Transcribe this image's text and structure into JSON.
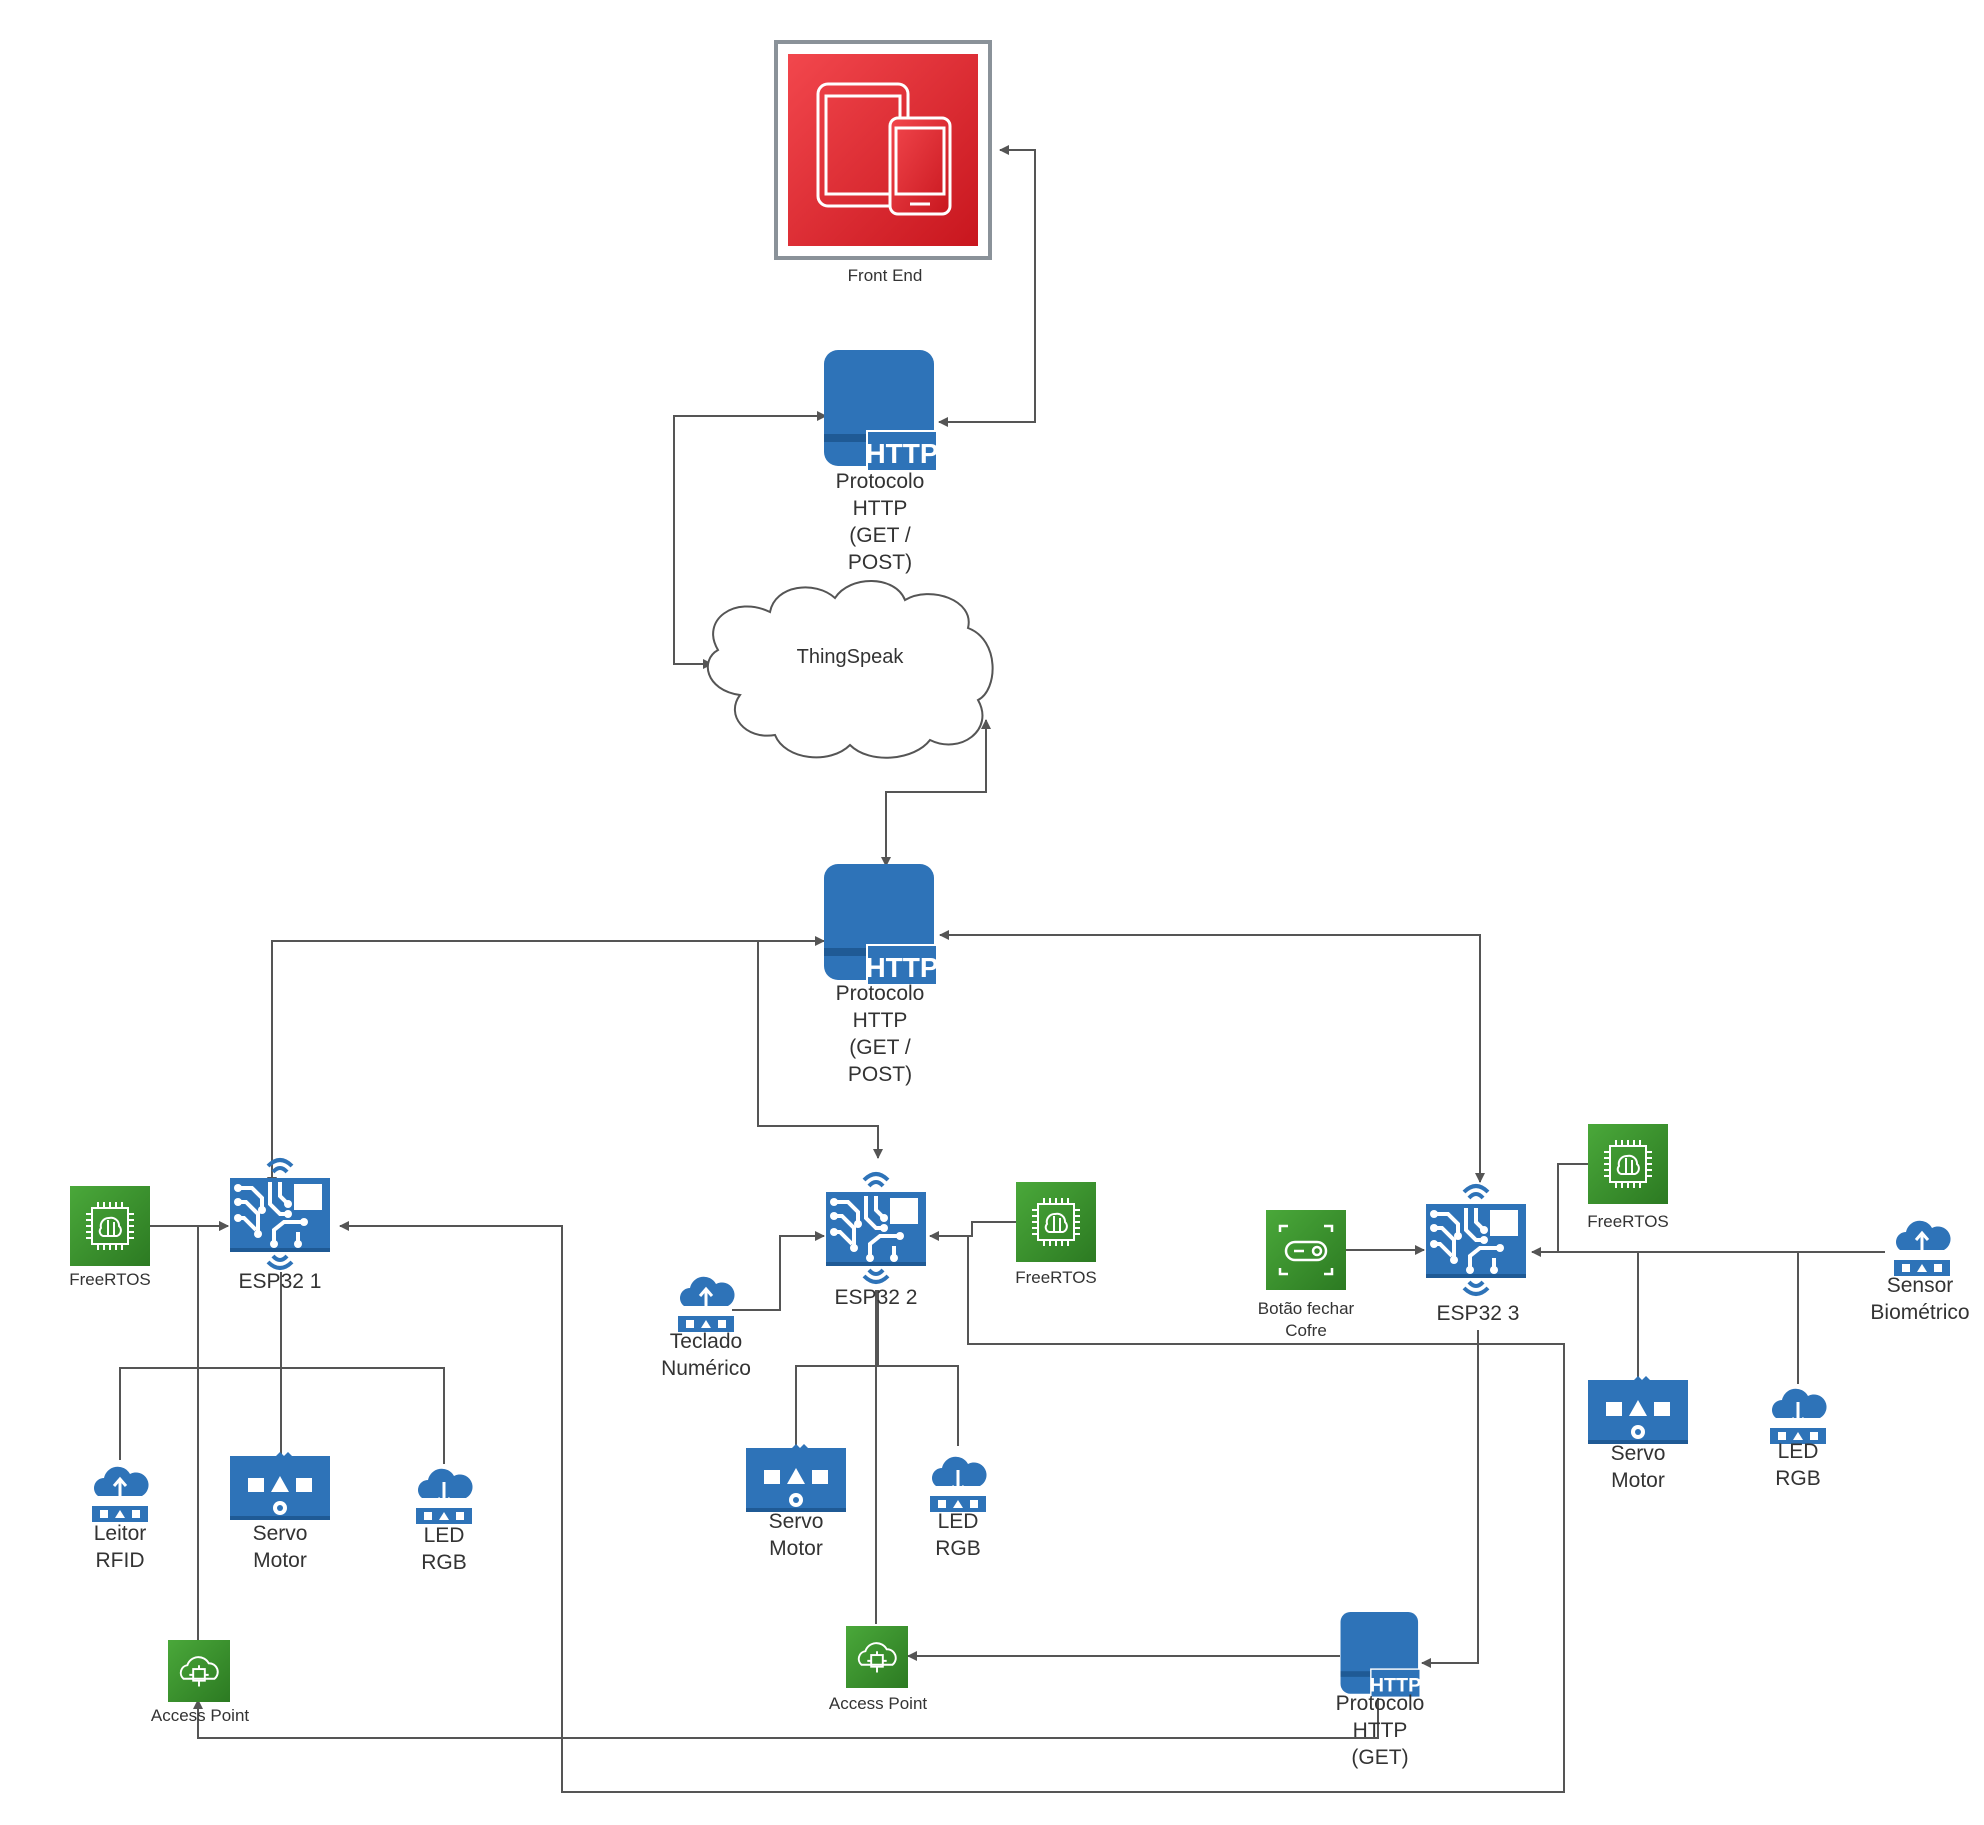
{
  "diagram": {
    "frontend": {
      "label": "Front End"
    },
    "cloud": {
      "label": "ThingSpeak"
    },
    "http_top": {
      "badge": "HTTP",
      "label": "Protocolo\nHTTP\n(GET /\nPOST)"
    },
    "http_mid": {
      "badge": "HTTP",
      "label": "Protocolo\nHTTP\n(GET /\nPOST)"
    },
    "http_bottom": {
      "badge": "HTTP",
      "label": "Protocolo\nHTTP\n(GET)"
    },
    "esp1": {
      "label": "ESP32 1",
      "freertos": "FreeRTOS",
      "sensor": "Leitor\nRFID",
      "motor": "Servo\nMotor",
      "led": "LED\nRGB",
      "access_point": "Access Point"
    },
    "esp2": {
      "label": "ESP32 2",
      "freertos": "FreeRTOS",
      "keypad": "Teclado\nNumérico",
      "motor": "Servo\nMotor",
      "led": "LED\nRGB",
      "access_point": "Access Point"
    },
    "esp3": {
      "label": "ESP32 3",
      "freertos": "FreeRTOS",
      "button": "Botão fechar\nCofre",
      "sensor": "Sensor\nBiométrico",
      "motor": "Servo\nMotor",
      "led": "LED\nRGB"
    },
    "colors": {
      "frontend_red": "#e0282e",
      "iot_blue": "#2e73b8",
      "green": "#3a8d2a",
      "line": "#555555"
    }
  }
}
